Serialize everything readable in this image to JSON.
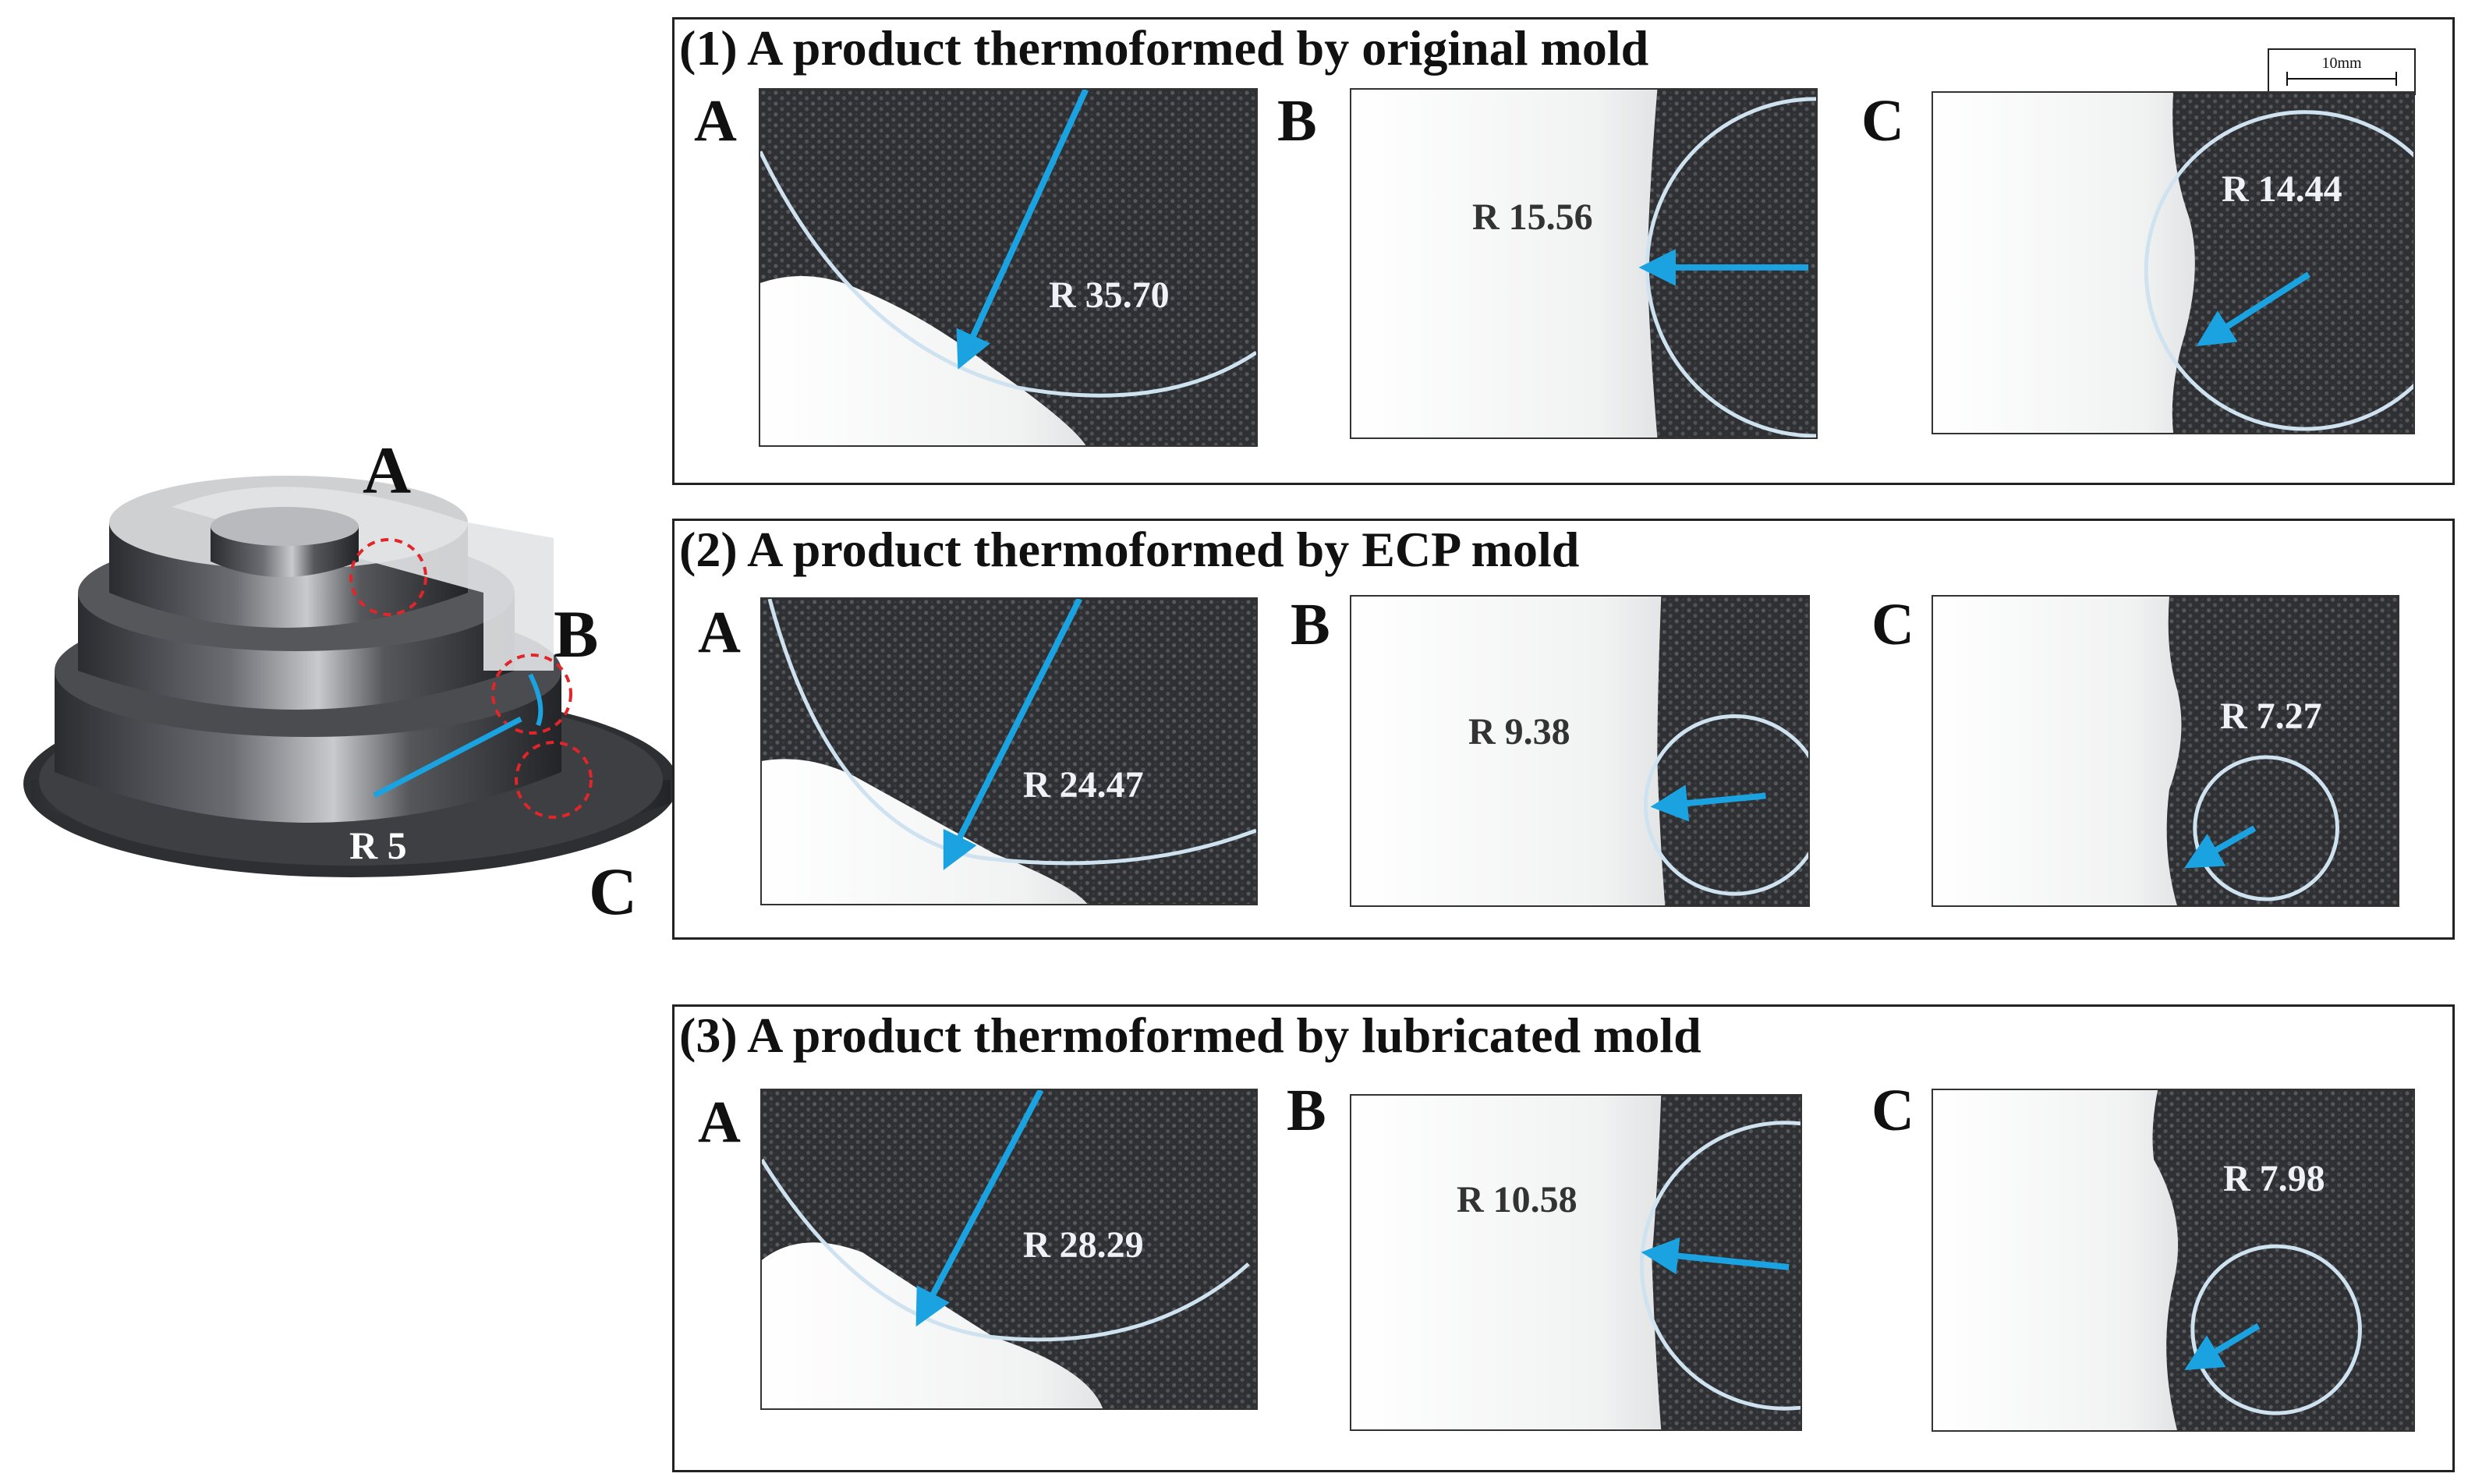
{
  "colors": {
    "arrow": "#1aa3e0",
    "circle": "#cfe2f0",
    "fabric": "#343538",
    "plastic": "#f4f5f5",
    "mold_dark": "#3a3c40",
    "mold_light": "#d9dadc",
    "marker": "#e0262a"
  },
  "mold": {
    "label_a": "A",
    "label_b": "B",
    "label_c": "C",
    "radius_label": "R 5"
  },
  "scale_bar": {
    "text": "10mm"
  },
  "groups": [
    {
      "title": "(1) A product thermoformed by original mold",
      "panels": [
        {
          "label": "A",
          "radius": "R 35.70"
        },
        {
          "label": "B",
          "radius": "R 15.56"
        },
        {
          "label": "C",
          "radius": "R 14.44"
        }
      ]
    },
    {
      "title": "(2) A product thermoformed by ECP mold",
      "panels": [
        {
          "label": "A",
          "radius": "R 24.47"
        },
        {
          "label": "B",
          "radius": "R 9.38"
        },
        {
          "label": "C",
          "radius": "R 7.27"
        }
      ]
    },
    {
      "title": "(3) A product thermoformed by lubricated mold",
      "panels": [
        {
          "label": "A",
          "radius": "R 28.29"
        },
        {
          "label": "B",
          "radius": "R 10.58"
        },
        {
          "label": "C",
          "radius": "R 7.98"
        }
      ]
    }
  ]
}
